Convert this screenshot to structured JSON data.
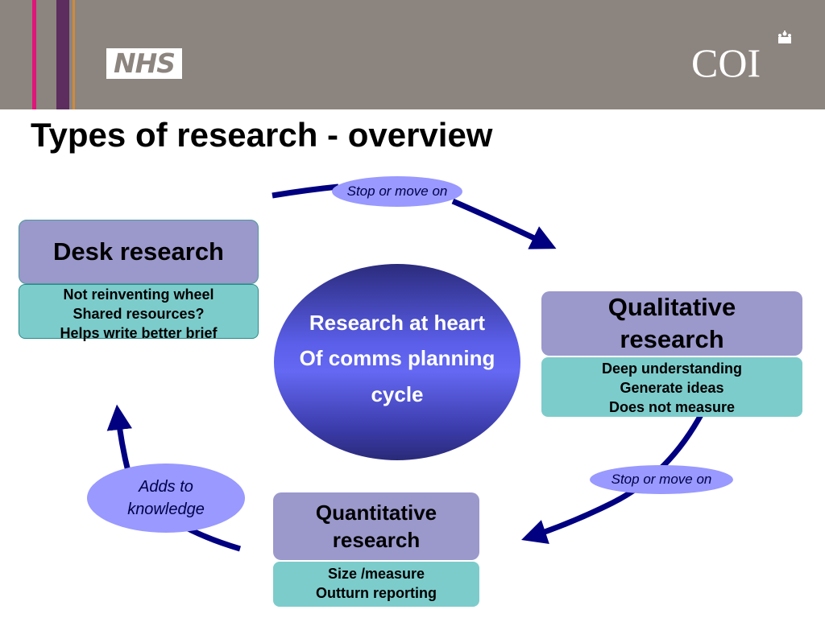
{
  "header": {
    "nhs_logo": "NHS",
    "coi_logo": "COI"
  },
  "title": "Types of research - overview",
  "center": {
    "lines": [
      "Research at heart",
      "Of comms planning",
      "cycle"
    ]
  },
  "desk": {
    "title": "Desk research",
    "points": [
      "Not reinventing wheel",
      "Shared resources?",
      "Helps write better brief"
    ]
  },
  "qualitative": {
    "title_lines": [
      "Qualitative",
      "research"
    ],
    "points": [
      "Deep understanding",
      "Generate ideas",
      "Does not measure"
    ]
  },
  "quantitative": {
    "title_lines": [
      "Quantitative",
      "research"
    ],
    "points": [
      "Size /measure",
      "Outturn reporting"
    ]
  },
  "labels": {
    "top": "Stop or move on",
    "right": "Stop or move on",
    "left_lines": [
      "Adds to",
      "knowledge"
    ]
  },
  "colors": {
    "header": "#8c847e",
    "box_head": "#9b98cc",
    "box_body": "#7dcccc",
    "oval": "#9999ff",
    "arrow": "#000080"
  }
}
